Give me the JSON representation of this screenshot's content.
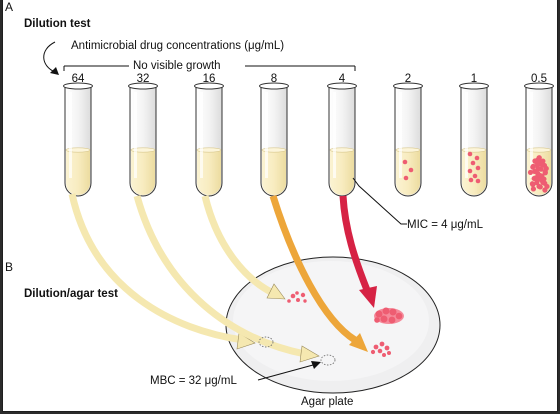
{
  "panel_a": {
    "letter": "A",
    "title": "Dilution test",
    "concentrations_label": "Antimicrobial drug concentrations (μg/mL)",
    "no_growth_label": "No visible growth",
    "tubes": [
      {
        "conc": "64",
        "growth": 0
      },
      {
        "conc": "32",
        "growth": 0
      },
      {
        "conc": "16",
        "growth": 0
      },
      {
        "conc": "8",
        "growth": 0
      },
      {
        "conc": "4",
        "growth": 0
      },
      {
        "conc": "2",
        "growth": 1
      },
      {
        "conc": "1",
        "growth": 2
      },
      {
        "conc": "0.5",
        "growth": 3
      }
    ],
    "mic_label": "MIC = 4 μg/mL"
  },
  "panel_b": {
    "letter": "B",
    "title": "Dilution/agar test",
    "mbc_label": "MBC = 32 μg/mL",
    "plate_label": "Agar plate"
  },
  "colors": {
    "broth": "#f8ecc0",
    "tube_outline": "#333333",
    "arrow_pale": "#f5e8b0",
    "arrow_orange": "#eda63a",
    "arrow_red": "#d62244",
    "colony": "#ee5d72",
    "plate": "#efeff0"
  }
}
